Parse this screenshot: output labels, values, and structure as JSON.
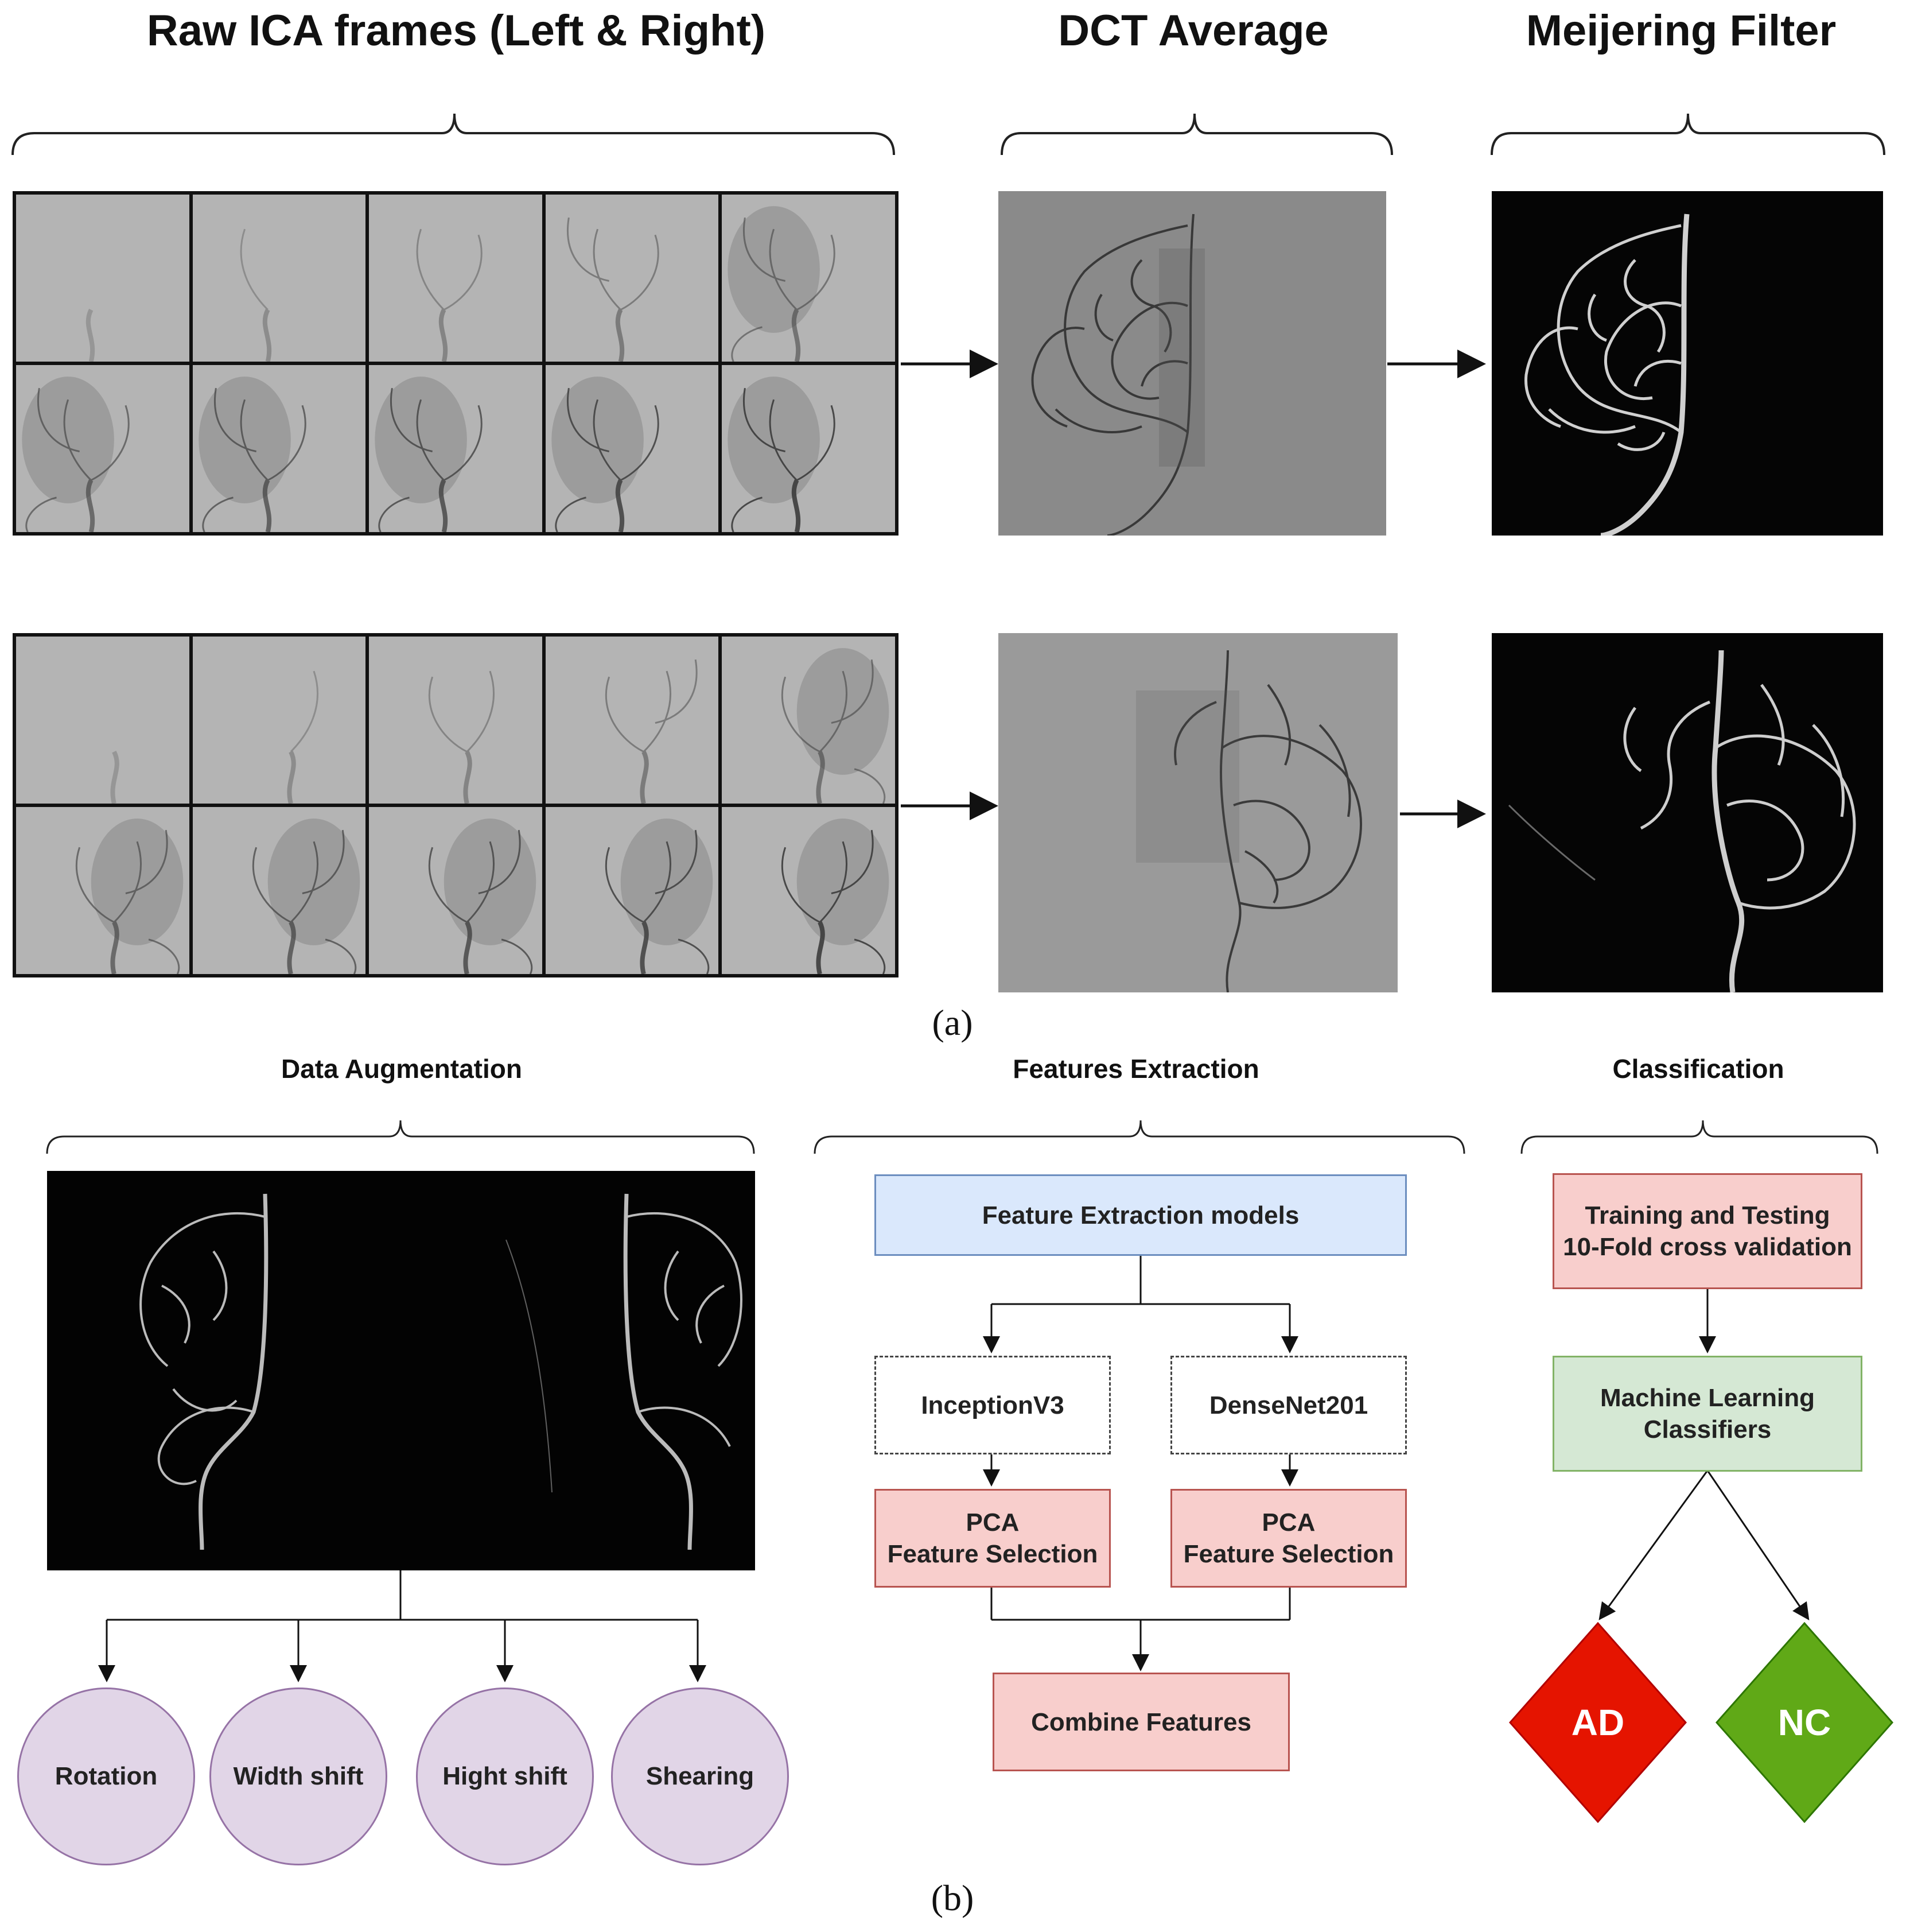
{
  "panel_a": {
    "headers": {
      "raw": "Raw ICA frames (Left & Right)",
      "dct": "DCT Average",
      "meijering": "Meijering Filter"
    },
    "label": "(a)"
  },
  "panel_b": {
    "label": "(b)",
    "augmentation": {
      "header": "Data Augmentation",
      "methods": [
        "Rotation",
        "Width shift",
        "Hight shift",
        "Shearing"
      ]
    },
    "features": {
      "header": "Features Extraction",
      "models_box": "Feature Extraction models",
      "model_left": "InceptionV3",
      "model_right": "DenseNet201",
      "pca_left_line1": "PCA",
      "pca_left_line2": "Feature Selection",
      "pca_right_line1": "PCA",
      "pca_right_line2": "Feature Selection",
      "combine": "Combine Features"
    },
    "classification": {
      "header": "Classification",
      "training_line1": "Training and Testing",
      "training_line2": "10-Fold cross validation",
      "classifiers_line1": "Machine Learning",
      "classifiers_line2": "Classifiers",
      "class_ad": "AD",
      "class_nc": "NC"
    }
  },
  "colors": {
    "feature_models": "#dae8fc",
    "pca": "#f8cecc",
    "classifiers": "#d5e8d4",
    "augmentation_circles": "#e1d5e7",
    "ad": "#e51400",
    "nc": "#60a917"
  }
}
